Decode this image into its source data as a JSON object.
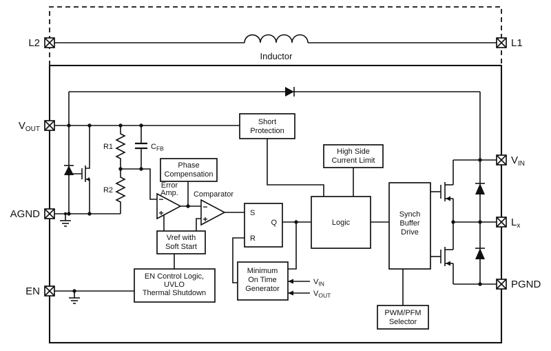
{
  "colors": {
    "line": "#111111",
    "background": "#ffffff"
  },
  "external": {
    "inductor_label": "Inductor"
  },
  "pins": {
    "l2": "L2",
    "l1": "L1",
    "vout": {
      "main": "V",
      "sub": "OUT"
    },
    "agnd": "AGND",
    "en": "EN",
    "vin": {
      "main": "V",
      "sub": "IN"
    },
    "lx": {
      "main": "L",
      "sub": "x"
    },
    "pgnd": "PGND"
  },
  "passives": {
    "r1": "R1",
    "r2": "R2",
    "cfb": {
      "main": "C",
      "sub": "FB"
    }
  },
  "amplifiers": {
    "error_amp": [
      "Error",
      "Amp."
    ],
    "comparator": "Comparator",
    "plus": "+",
    "minus": "−"
  },
  "latch": {
    "s": "S",
    "q": "Q",
    "r": "R"
  },
  "blocks": {
    "short_protection": [
      "Short",
      "Protection"
    ],
    "high_side_current_limit": [
      "High Side",
      "Current Limit"
    ],
    "phase_compensation": [
      "Phase",
      "Compensation"
    ],
    "vref_soft_start": [
      "Vref with",
      "Soft Start"
    ],
    "en_control": [
      "EN Control Logic,",
      "UVLO",
      "Thermal Shutdown"
    ],
    "min_on_time": [
      "Minimum",
      "On Time",
      "Generator"
    ],
    "logic": "Logic",
    "synch_buffer_drive": [
      "Synch",
      "Buffer",
      "Drive"
    ],
    "pwm_pfm_selector": [
      "PWM/PFM",
      "Selector"
    ]
  },
  "min_on_time_inputs": {
    "vin": {
      "main": "V",
      "sub": "IN"
    },
    "vout": {
      "main": "V",
      "sub": "OUT"
    }
  }
}
